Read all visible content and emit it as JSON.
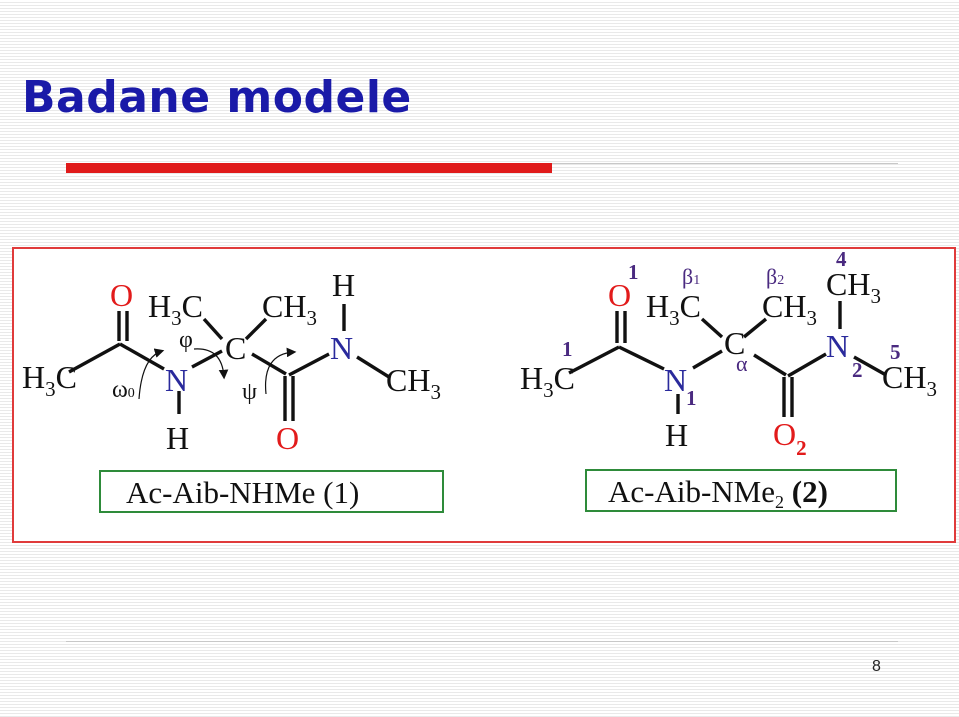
{
  "slide": {
    "title": "Badane modele",
    "page_number": "8"
  },
  "molecule1": {
    "name": "Ac-Aib-NHMe (1)",
    "atoms": {
      "O_carbonyl": "O",
      "methyl_left": "H3C",
      "N": "N",
      "N_H": "H",
      "methyl_a": "H3C",
      "methyl_b": "CH3",
      "C_alpha": "C",
      "O_lower": "O",
      "N_right": "N",
      "N_right_H": "H",
      "methyl_right": "CH3"
    },
    "angles": {
      "omega": "ω0",
      "phi": "φ",
      "psi": "ψ"
    }
  },
  "molecule2": {
    "name_main": "Ac-Aib-NMe",
    "name_sub": "2",
    "name_tail": " (2)",
    "atoms": {
      "O1": "O",
      "O1_label": "1",
      "methyl_left": "H3C",
      "methyl_left_label": "1",
      "N1": "N",
      "N1_label": "1",
      "N1_H": "H",
      "methyl_b1": "H3C",
      "b1_label": "β1",
      "methyl_b2": "CH3",
      "b2_label": "β2",
      "C_alpha": "C",
      "alpha_label": "α",
      "O2": "O",
      "O2_label": "2",
      "N2": "N",
      "N2_label": "2",
      "methyl_4": "CH3",
      "label_4": "4",
      "methyl_5": "CH3",
      "label_5": "5"
    }
  },
  "colors": {
    "title": "#1a1aa8",
    "accent_bar": "#e01b1b",
    "frame": "#e03b3b",
    "label_box": "#2e8b3a",
    "oxygen": "#e21b1b",
    "nitrogen": "#2a2a9c",
    "numbering": "#4a2a80"
  }
}
